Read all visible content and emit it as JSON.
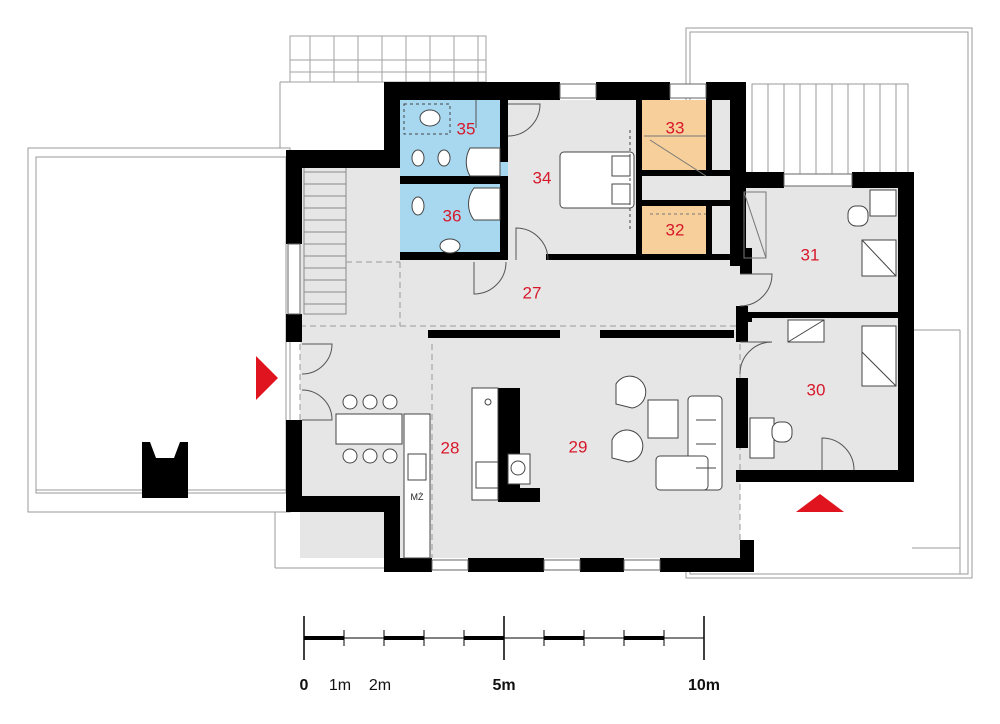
{
  "plan": {
    "rooms": [
      {
        "id": "27",
        "label": "27"
      },
      {
        "id": "28",
        "label": "28"
      },
      {
        "id": "29",
        "label": "29"
      },
      {
        "id": "30",
        "label": "30"
      },
      {
        "id": "31",
        "label": "31"
      },
      {
        "id": "32",
        "label": "32"
      },
      {
        "id": "33",
        "label": "33"
      },
      {
        "id": "34",
        "label": "34"
      },
      {
        "id": "35",
        "label": "35"
      },
      {
        "id": "36",
        "label": "36"
      }
    ],
    "appliance_label": "MŻ",
    "colors": {
      "wall": "#000000",
      "floor": "#e6e6e6",
      "bathroom": "#a8d8f0",
      "wardrobe": "#f7cf9a",
      "entrance_arrow": "#e0141e",
      "room_number": "#d7182a"
    }
  },
  "scale": {
    "labels": [
      "0",
      "1m",
      "2m",
      "5m",
      "10m"
    ]
  }
}
